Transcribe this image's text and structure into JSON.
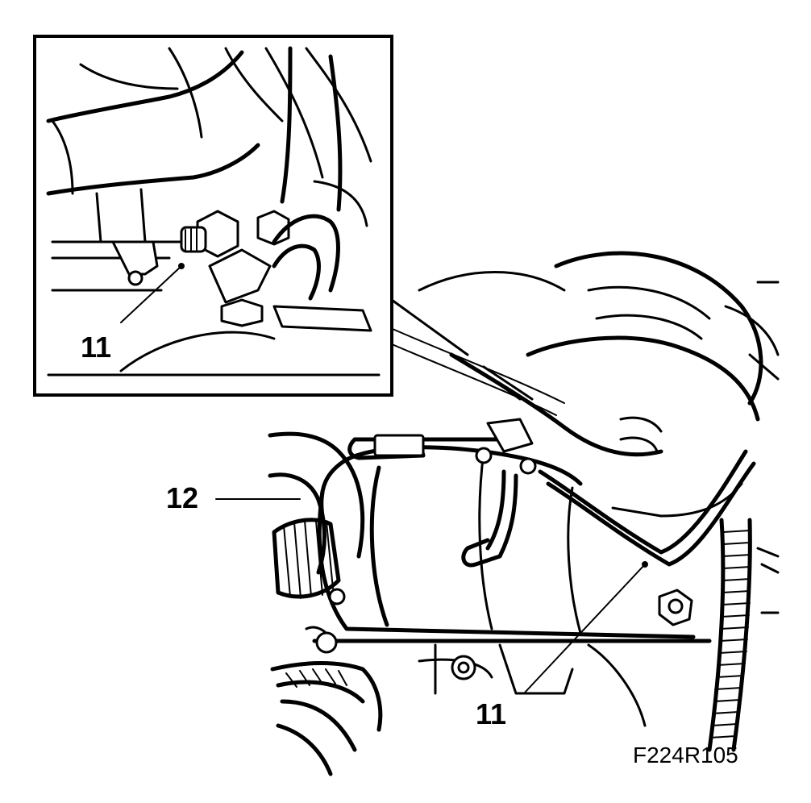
{
  "figure": {
    "code": "F224R105",
    "inset_label": "11",
    "callout_12": "12",
    "callout_11": "11"
  },
  "colors": {
    "ink": "#000000",
    "paper": "#ffffff"
  }
}
